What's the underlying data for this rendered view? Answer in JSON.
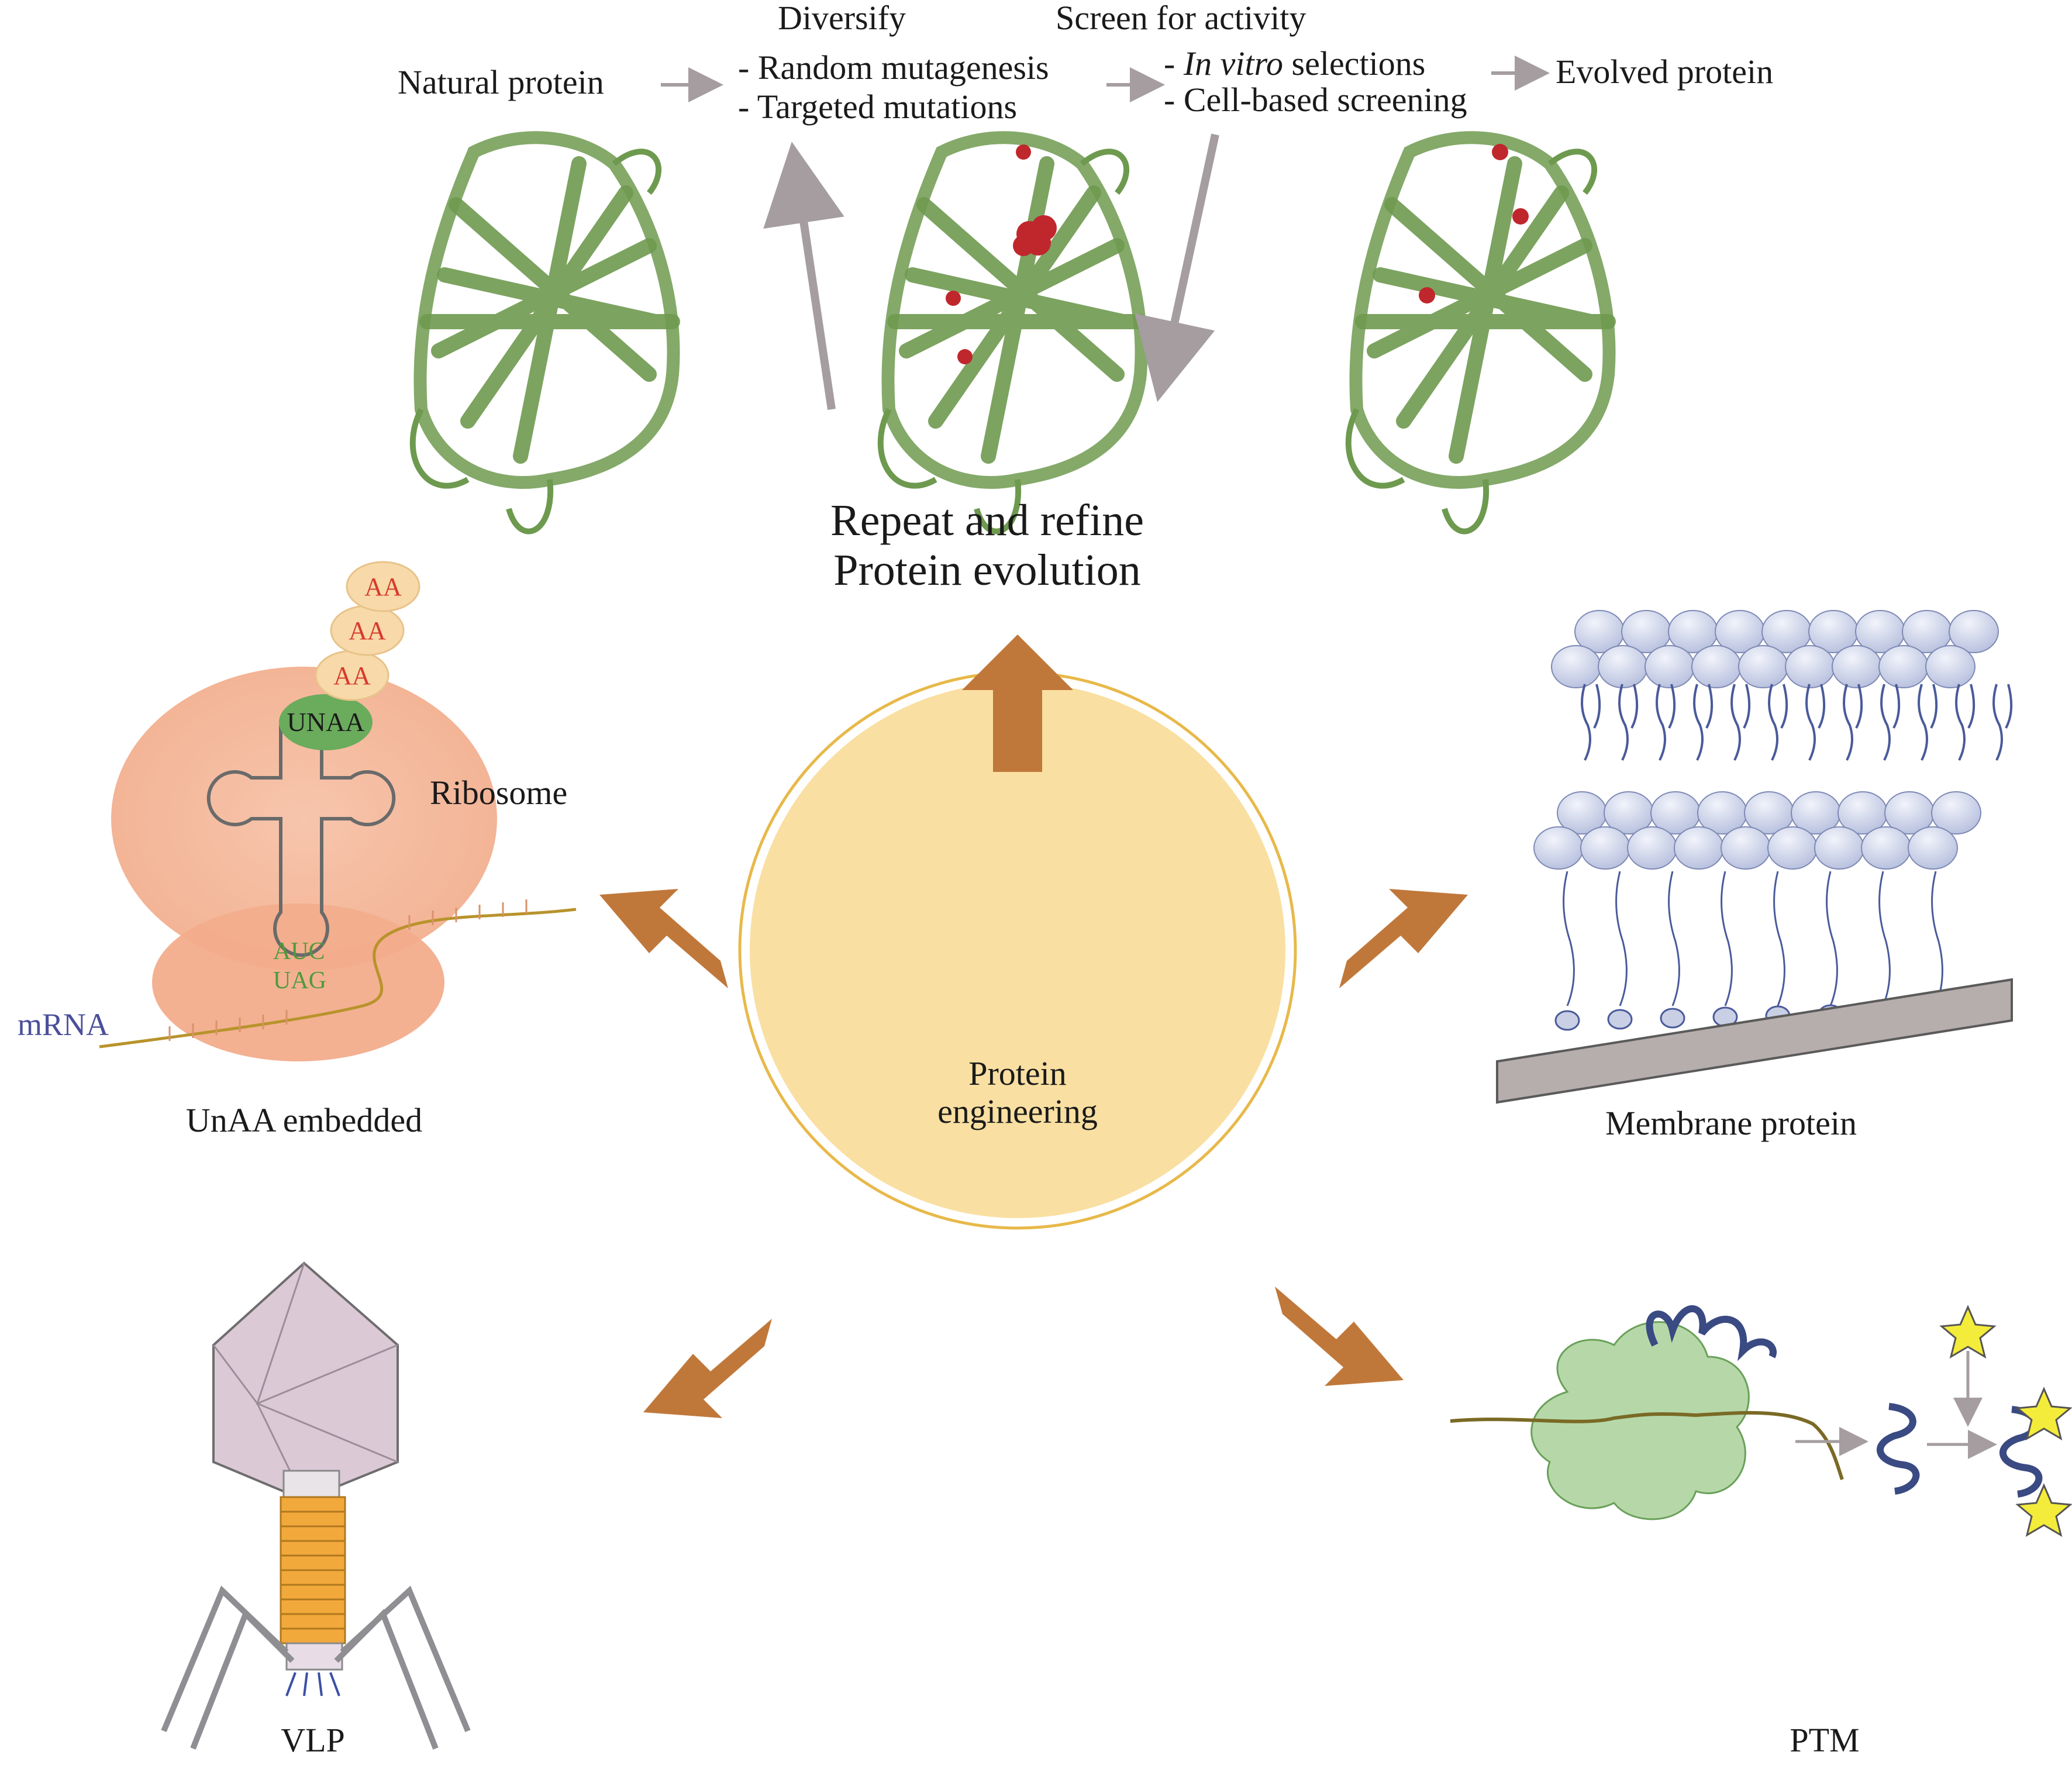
{
  "top": {
    "natural_protein": "Natural protein",
    "diversify": "Diversify",
    "diversify_items": [
      "- Random mutagenesis",
      "- Targeted mutations"
    ],
    "screen_title": "Screen for activity",
    "screen_item_1_prefix": "- ",
    "screen_item_1_italic": "In vitro",
    "screen_item_1_rest": " selections",
    "screen_item_2": "- Cell-based screening",
    "evolved_protein": "Evolved protein",
    "repeat_refine": "Repeat and refine",
    "protein_evolution": "Protein evolution"
  },
  "center": {
    "line1": "Protein",
    "line2": "engineering"
  },
  "unaa": {
    "aa_labels": [
      "AA",
      "AA",
      "AA"
    ],
    "unaa_label": "UNAA",
    "ribosome": "Ribosome",
    "codon1": "AUC",
    "codon2": "UAG",
    "mrna": "mRNA",
    "caption": "UnAA embedded"
  },
  "membrane": {
    "caption": "Membrane protein"
  },
  "vlp": {
    "caption": "VLP"
  },
  "ptm": {
    "caption": "PTM"
  },
  "colors": {
    "orange_arrow": "#c0783a",
    "center_fill": "#f9dfa1",
    "center_ring": "#e8b94a",
    "protein_green": "#6e9a4f",
    "mutation_red": "#c0272d",
    "ribosome": "#f4b79a",
    "membrane_head": "#d4dbee",
    "membrane_tail": "#4a5a9a",
    "cloud_green": "#b6d8a8",
    "star_yellow": "#f4ec3a"
  }
}
